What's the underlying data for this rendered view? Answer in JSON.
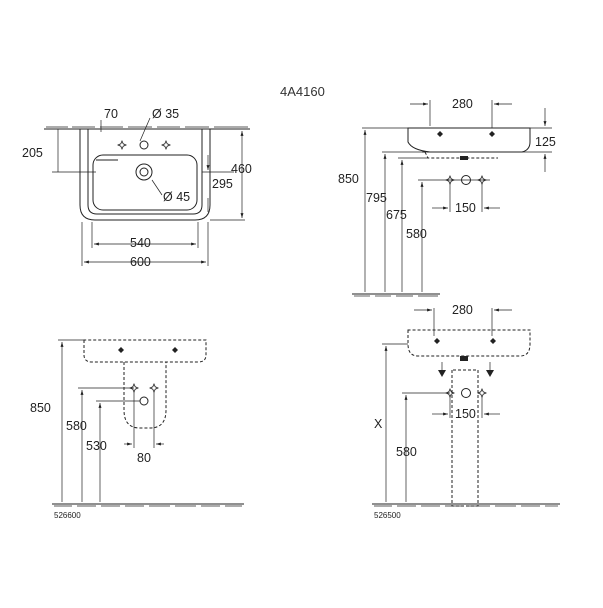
{
  "title": "4A4160",
  "views": {
    "top": {
      "dims": {
        "tap_offset": "70",
        "tap_hole": "Ø 35",
        "depth_top": "205",
        "overflow_hole": "Ø 45",
        "height_inner": "295",
        "height_total": "460",
        "inner_width": "540",
        "total_width": "600"
      }
    },
    "side": {
      "dims": {
        "width_280": "280",
        "h125": "125",
        "h850": "850",
        "h795": "795",
        "h675": "675",
        "h580": "580",
        "w150": "150"
      }
    },
    "front_semi": {
      "code": "526600",
      "dims": {
        "h850": "850",
        "h580": "580",
        "h530": "530",
        "w80": "80"
      }
    },
    "front_pedestal": {
      "code": "526500",
      "dims": {
        "width_280": "280",
        "x": "X",
        "h580": "580",
        "w150": "150"
      }
    }
  }
}
